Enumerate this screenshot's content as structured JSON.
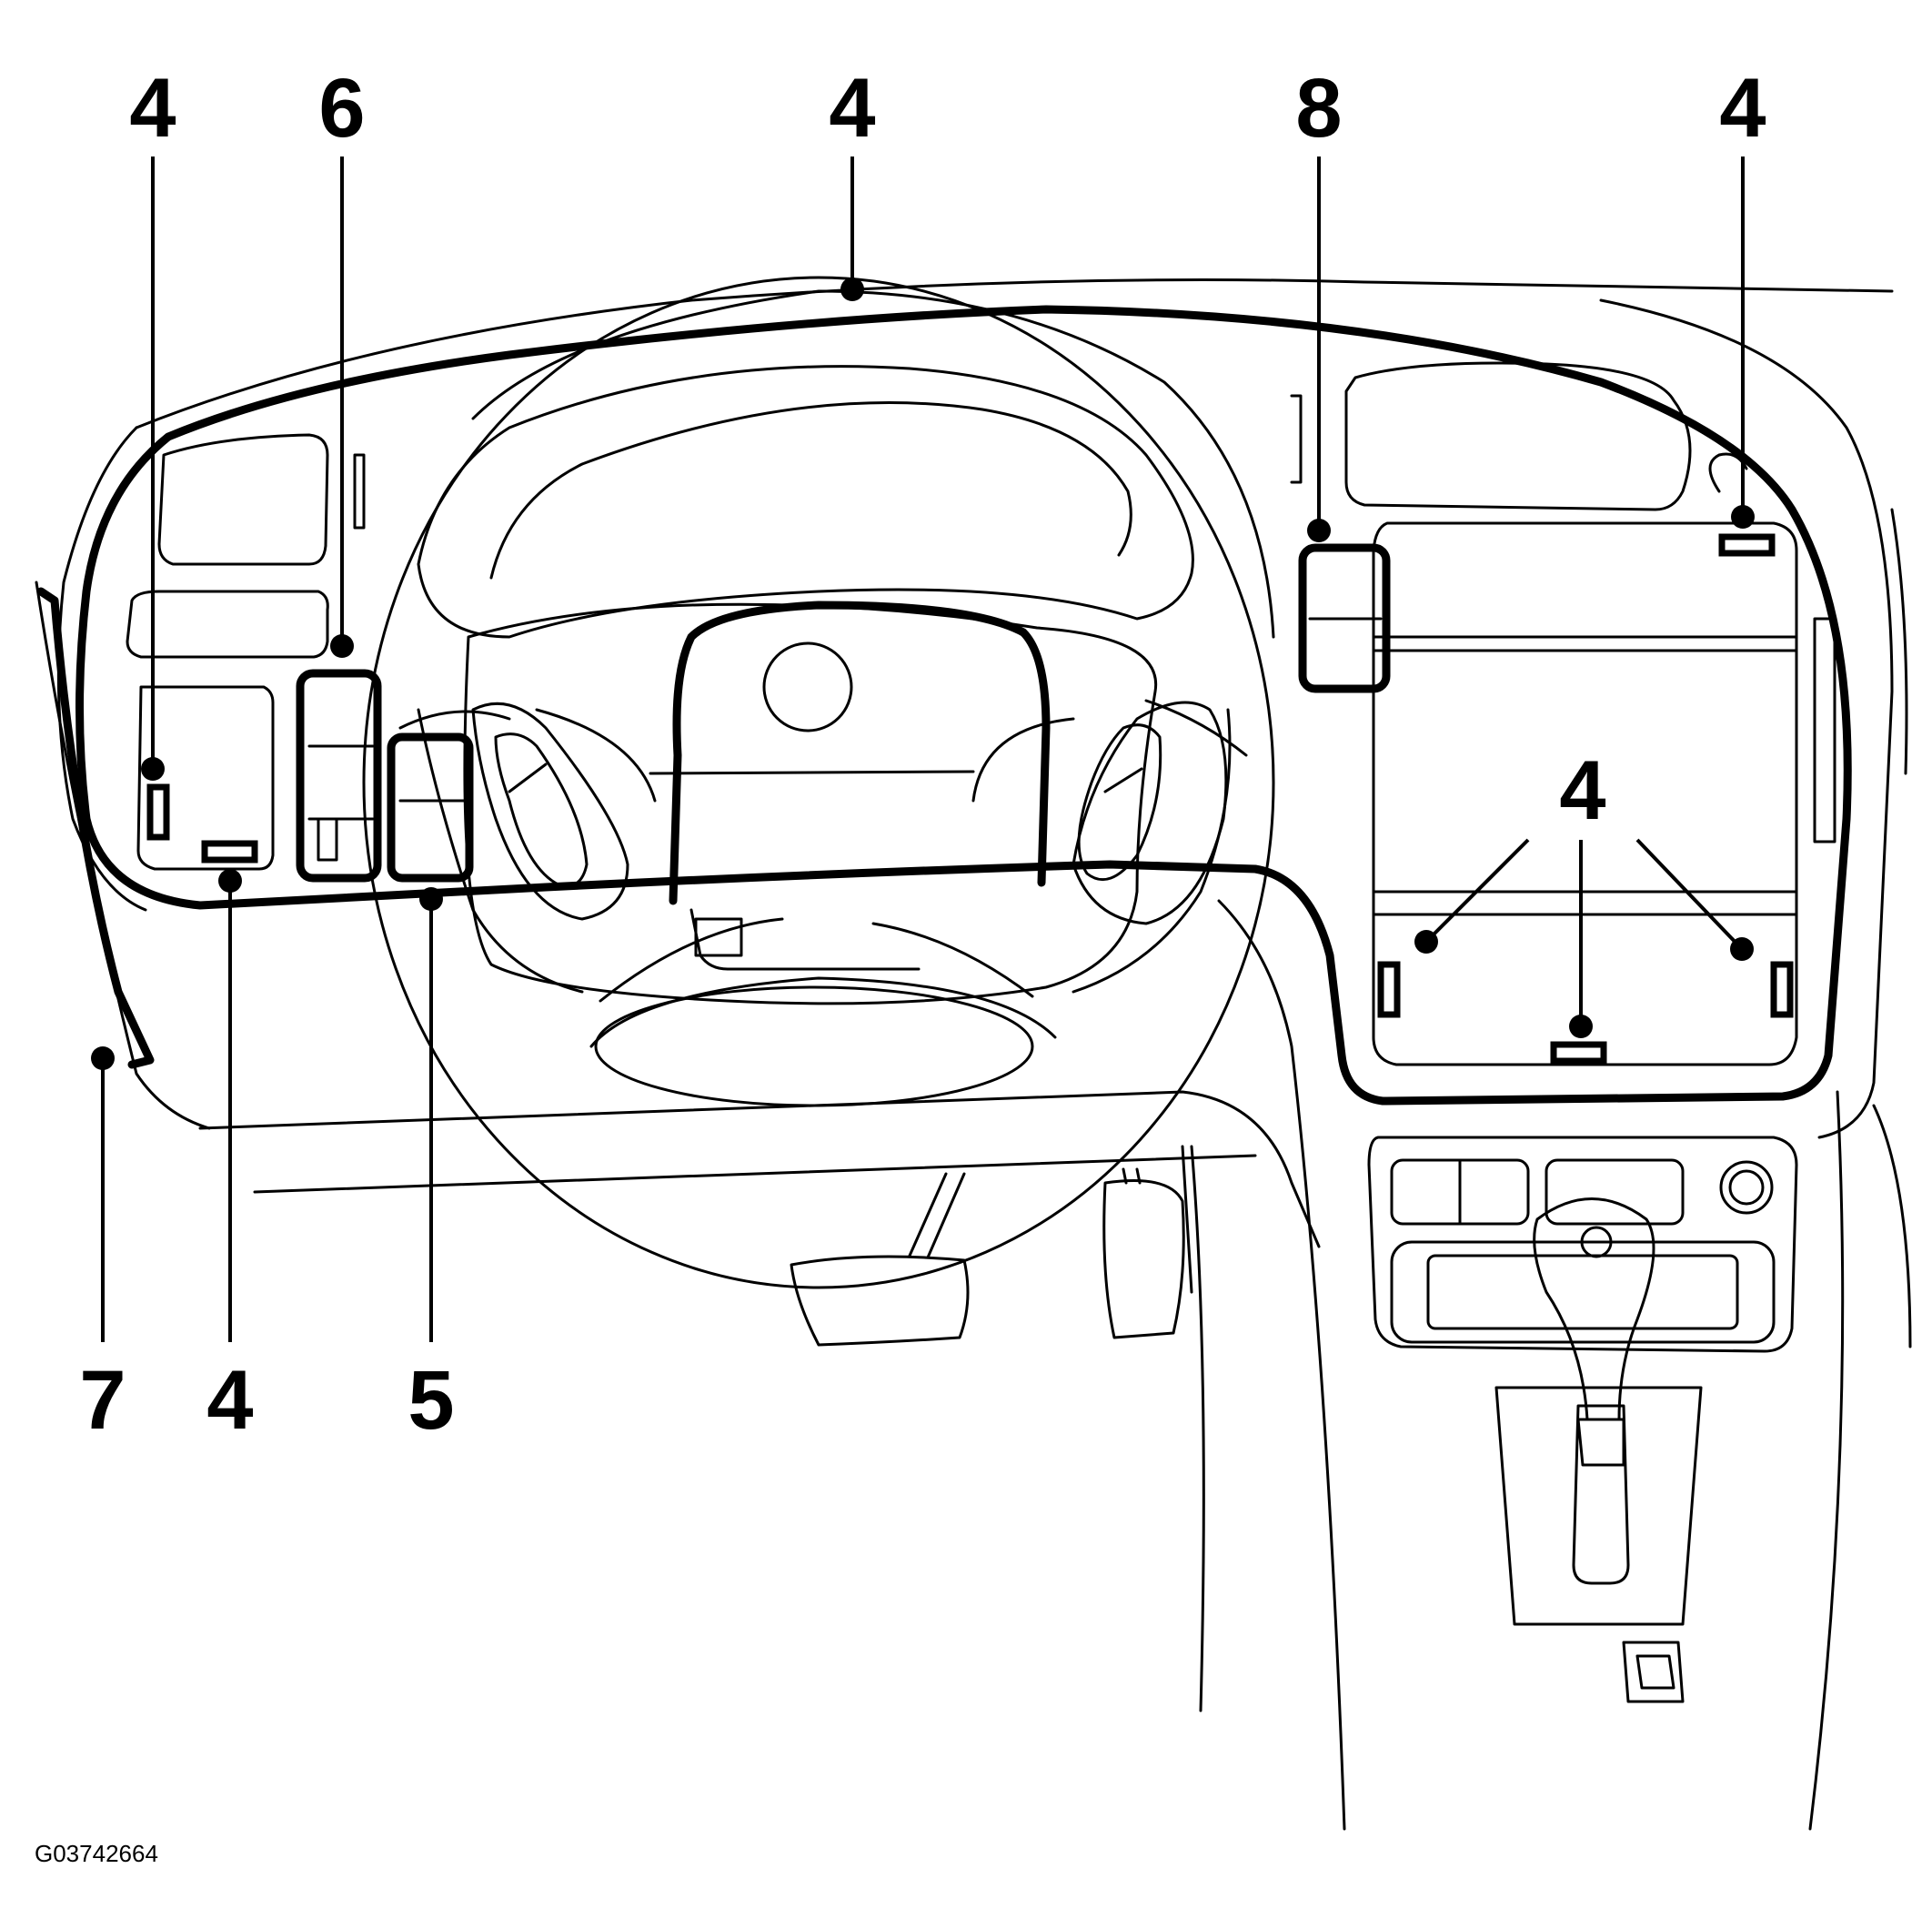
{
  "figure": {
    "figure_id": "G03742664",
    "callouts": [
      {
        "id": "c4-left-top",
        "label": "4"
      },
      {
        "id": "c6",
        "label": "6"
      },
      {
        "id": "c4-center-top",
        "label": "4"
      },
      {
        "id": "c8",
        "label": "8"
      },
      {
        "id": "c4-right-top",
        "label": "4"
      },
      {
        "id": "c4-right-mid",
        "label": "4"
      },
      {
        "id": "c7",
        "label": "7"
      },
      {
        "id": "c4-left-bottom",
        "label": "4"
      },
      {
        "id": "c5",
        "label": "5"
      }
    ]
  }
}
